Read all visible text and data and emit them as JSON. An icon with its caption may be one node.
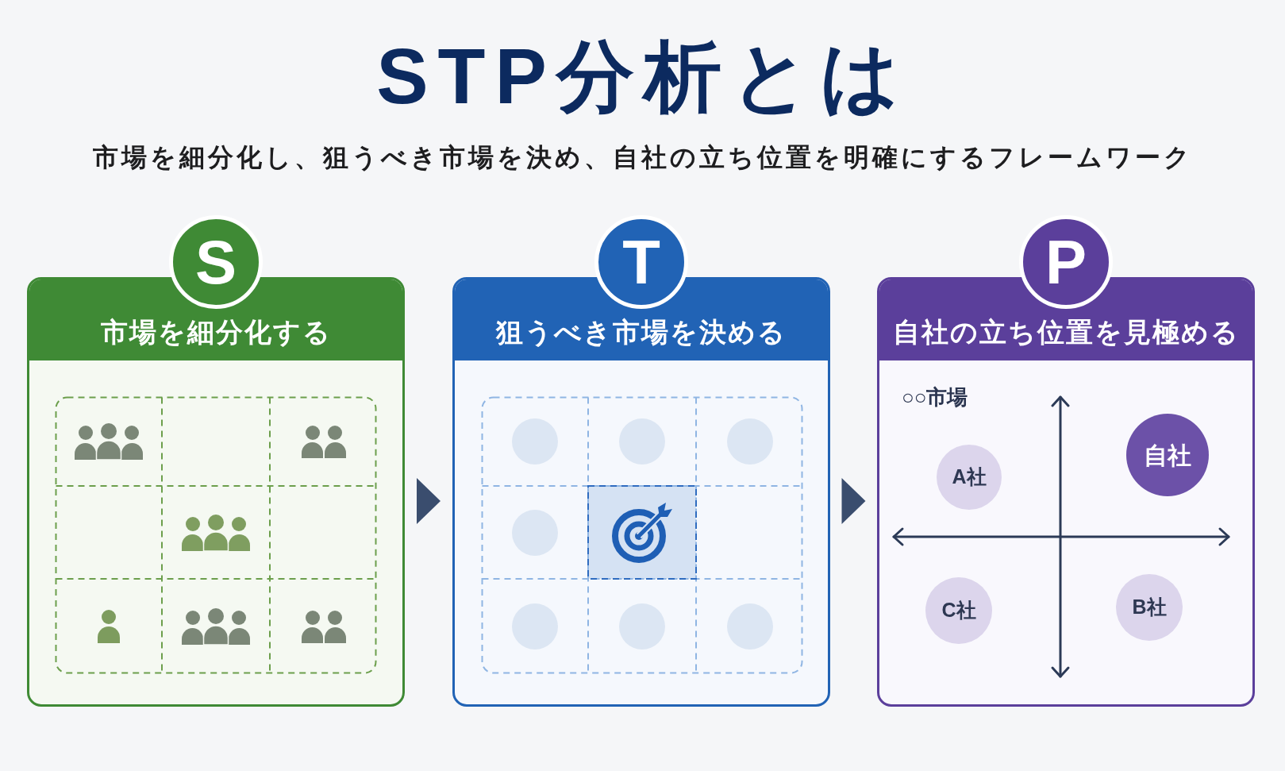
{
  "diagram": {
    "title": "STP分析とは",
    "nodes": [
      {
        "text": [
          "S",
          "市場を細分化する"
        ]
      },
      {
        "text": [
          "T",
          "狙うべき市場を決める"
        ]
      },
      {
        "text": [
          "P",
          "自社の立ち位置を見極める"
        ]
      },
      {
        "text": [
          "A社"
        ],
        "in": 2
      },
      {
        "text": [
          "自社"
        ],
        "in": 2
      },
      {
        "text": [
          "C社"
        ],
        "in": 2
      },
      {
        "text": [
          "B社"
        ],
        "in": 2
      }
    ],
    "edges": [
      {
        "from": 0,
        "to": 1,
        "arrow": "to"
      },
      {
        "from": 1,
        "to": 2,
        "arrow": "to"
      }
    ],
    "labels": [
      "市場を細分化し、狙うべき市場を決め、自社の立ち位置を明確にするフレームワーク",
      "○○市場"
    ]
  }
}
